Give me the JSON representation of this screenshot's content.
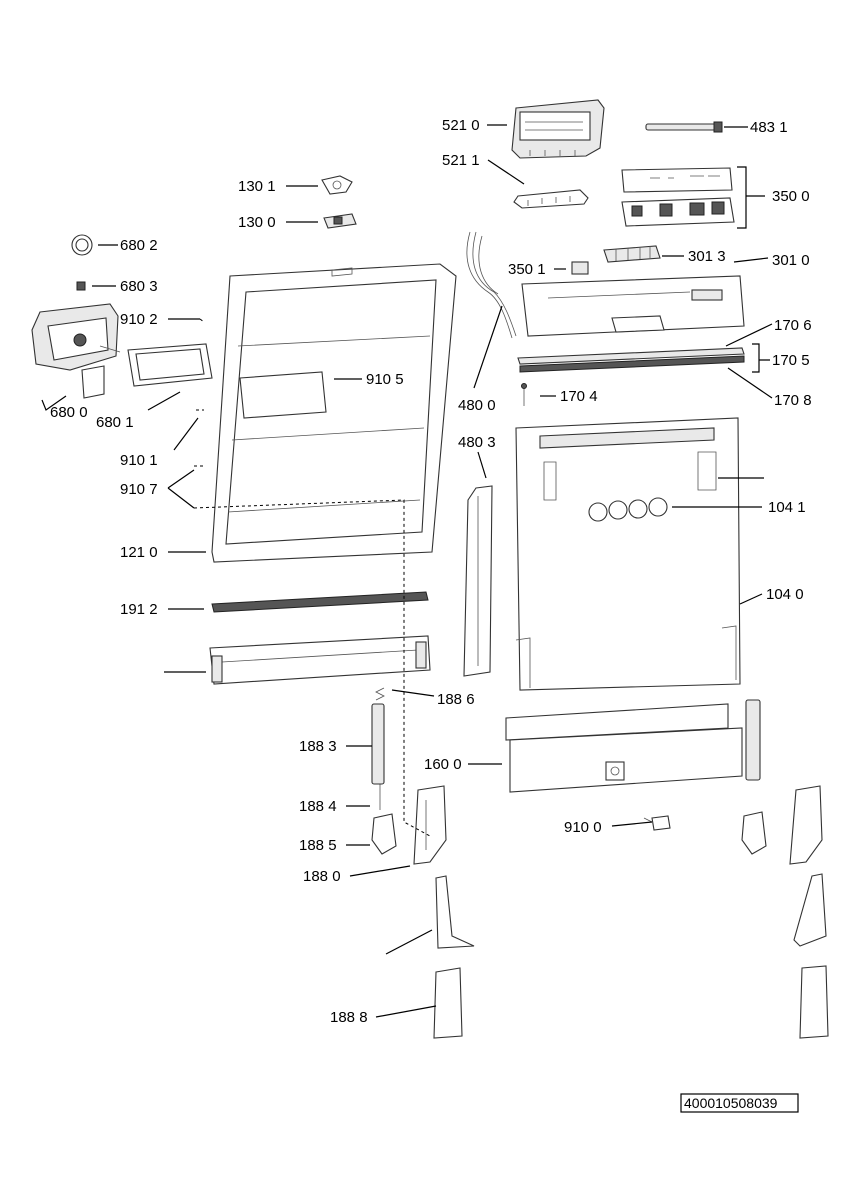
{
  "document_number": "400010508039",
  "labels": {
    "p5210": "521 0",
    "p5211": "521 1",
    "p4831": "483 1",
    "p3500": "350 0",
    "p1301": "130 1",
    "p1300": "130 0",
    "p6802": "680 2",
    "p6803": "680 3",
    "p3501": "350 1",
    "p3013": "301 3",
    "p3010": "301 0",
    "p9102": "910 2",
    "p1706": "170 6",
    "p1705": "170 5",
    "p9105": "910 5",
    "p4800": "480 0",
    "p1704": "170 4",
    "p1708": "170 8",
    "p6800": "680 0",
    "p6801": "680 1",
    "p9101": "910 1",
    "p4803": "480 3",
    "p9107": "910 7",
    "p1041": "104 1",
    "p1210": "121 0",
    "p1040": "104 0",
    "p1912": "191 2",
    "p1886": "188 6",
    "p1883": "188 3",
    "p1600": "160 0",
    "p1884": "188 4",
    "p9100": "910 0",
    "p1885": "188 5",
    "p1880": "188 0",
    "p1888": "188 8"
  }
}
